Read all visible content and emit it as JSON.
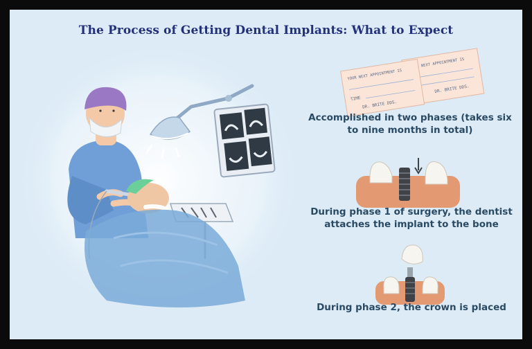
{
  "title": "The Process of Getting Dental Implants: What to Expect",
  "cards": {
    "heading": "YOUR NEXT APPOINTMENT IS",
    "time_label": "TIME",
    "doctor": "DR. BRITE DDS."
  },
  "captions": {
    "phases": "Accomplished in two phases (takes six to nine months in total)",
    "phase1": "During phase 1 of surgery, the dentist attaches the implant to the bone",
    "phase2": "During phase 2, the crown is placed"
  },
  "colors": {
    "background": "#dcebf6",
    "title": "#23307a",
    "caption": "#2a4a64",
    "gum": "#e39a73",
    "scrubs": "#6f9fd6",
    "frame": "#0b0b0b"
  }
}
